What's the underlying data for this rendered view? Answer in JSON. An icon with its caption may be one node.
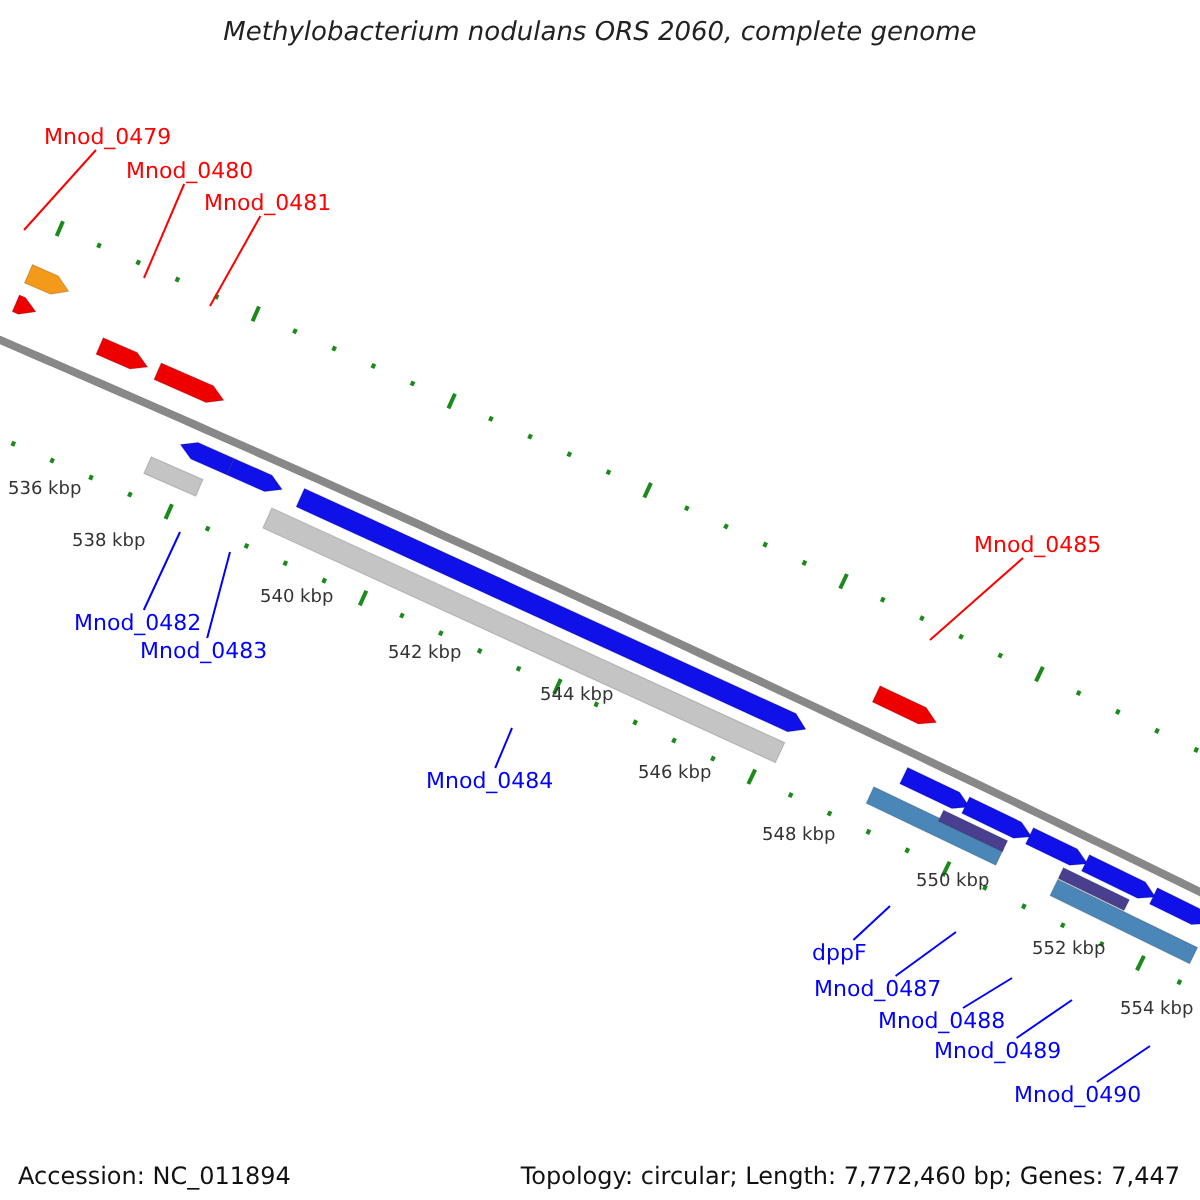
{
  "diagram": {
    "title": "Methylobacterium nodulans ORS 2060, complete genome",
    "nodes": [
      {
        "text": [
          "Mnod_0479"
        ]
      },
      {
        "text": [
          "Mnod_0480"
        ]
      },
      {
        "text": [
          "Mnod_0481"
        ]
      },
      {
        "text": [
          "Mnod_0485"
        ]
      },
      {
        "text": [
          "Mnod_0482"
        ]
      },
      {
        "text": [
          "Mnod_0483"
        ]
      },
      {
        "text": [
          "Mnod_0484"
        ]
      },
      {
        "text": [
          "dppF"
        ]
      },
      {
        "text": [
          "Mnod_0487"
        ]
      },
      {
        "text": [
          "Mnod_0488"
        ]
      },
      {
        "text": [
          "Mnod_0489"
        ]
      },
      {
        "text": [
          "Mnod_0490"
        ]
      }
    ],
    "edges": [
      {
        "from": 0,
        "to": null,
        "arrow": "none",
        "color": "#ff0000"
      },
      {
        "from": 1,
        "to": null,
        "arrow": "none",
        "color": "#ff0000"
      },
      {
        "from": 2,
        "to": null,
        "arrow": "none",
        "color": "#ff0000"
      },
      {
        "from": 3,
        "to": null,
        "arrow": "none",
        "color": "#ff0000"
      },
      {
        "from": 4,
        "to": null,
        "arrow": "none"
      },
      {
        "from": 5,
        "to": null,
        "arrow": "none"
      },
      {
        "from": 6,
        "to": null,
        "arrow": "none"
      },
      {
        "from": 7,
        "to": null,
        "arrow": "none"
      },
      {
        "from": 8,
        "to": null,
        "arrow": "none"
      },
      {
        "from": 9,
        "to": null,
        "arrow": "none"
      },
      {
        "from": 10,
        "to": null,
        "arrow": "none"
      },
      {
        "from": 11,
        "to": null,
        "arrow": "none"
      }
    ],
    "labels": [
      "536 kbp",
      "538 kbp",
      "540 kbp",
      "542 kbp",
      "544 kbp",
      "546 kbp",
      "548 kbp",
      "550 kbp",
      "552 kbp",
      "554 kbp",
      "Accession: NC_011894",
      "Topology: circular; Length: 7,772,460 bp; Genes: 7,447"
    ]
  }
}
